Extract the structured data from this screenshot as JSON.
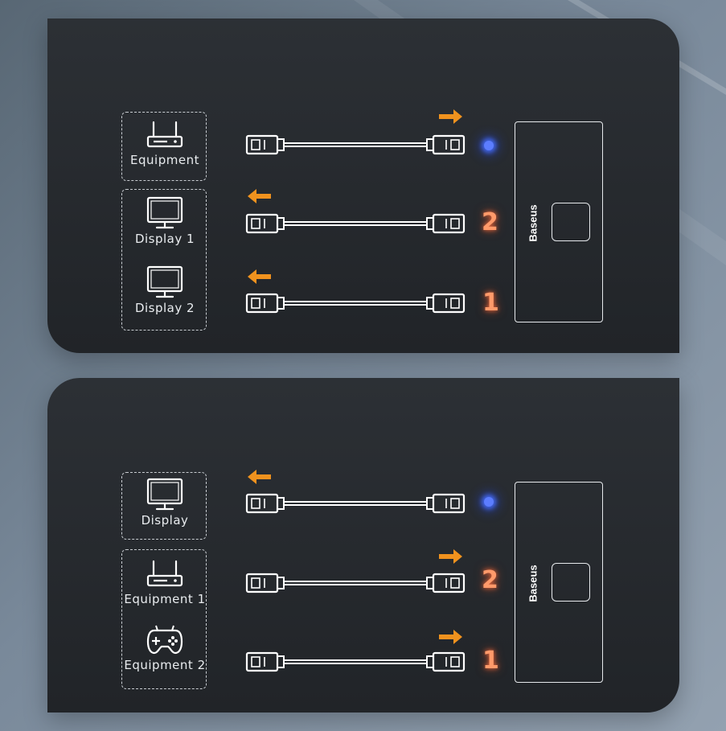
{
  "colors": {
    "arrow": "#f0921e",
    "led": "#4a6bff",
    "port_number": "#ff9a6a",
    "panel": "#26292d"
  },
  "top_panel": {
    "devices": [
      {
        "label": "Equipment",
        "icon": "router-icon"
      },
      {
        "label": "Display 1",
        "icon": "monitor-icon"
      },
      {
        "label": "Display 2",
        "icon": "monitor-icon"
      }
    ],
    "port_numbers": [
      "2",
      "1"
    ],
    "brand": "Baseus"
  },
  "bottom_panel": {
    "devices": [
      {
        "label": "Display",
        "icon": "monitor-icon"
      },
      {
        "label": "Equipment 1",
        "icon": "router-icon"
      },
      {
        "label": "Equipment 2",
        "icon": "gamepad-icon"
      }
    ],
    "port_numbers": [
      "2",
      "1"
    ],
    "brand": "Baseus"
  }
}
